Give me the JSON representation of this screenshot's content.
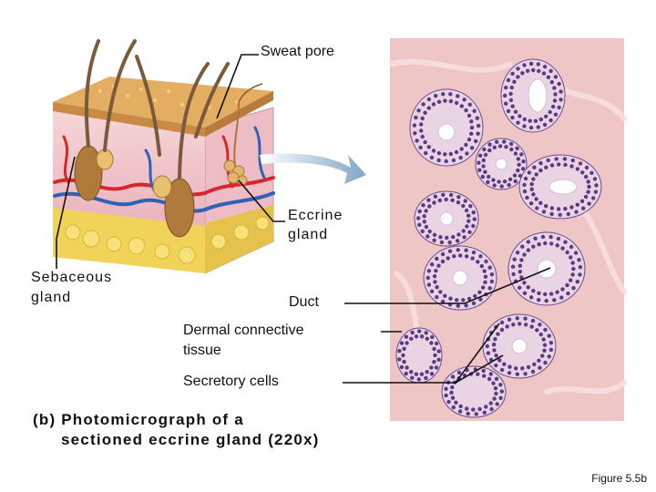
{
  "labels": {
    "sweat_pore": "Sweat pore",
    "eccrine_gland_1": "Eccrine",
    "eccrine_gland_2": "gland",
    "sebaceous_gland_1": "Sebaceous",
    "sebaceous_gland_2": "gland",
    "duct": "Duct",
    "dermal_ct_1": "Dermal connective",
    "dermal_ct_2": "tissue",
    "secretory_cells": "Secretory cells"
  },
  "caption": {
    "line1": "(b) Photomicrograph of a",
    "line2": "sectioned eccrine gland (220x)"
  },
  "figure_number": "Figure 5.5b",
  "colors": {
    "epidermis": "#d9a05a",
    "dermis": "#f2c4c8",
    "hypodermis": "#f1d35a",
    "artery": "#d8262f",
    "vein": "#2f62b5",
    "hair": "#7a5a3a",
    "tissue_bg": "#efc4c4",
    "nuclei": "#5b3a84",
    "arrow": "#8fb3cf"
  }
}
